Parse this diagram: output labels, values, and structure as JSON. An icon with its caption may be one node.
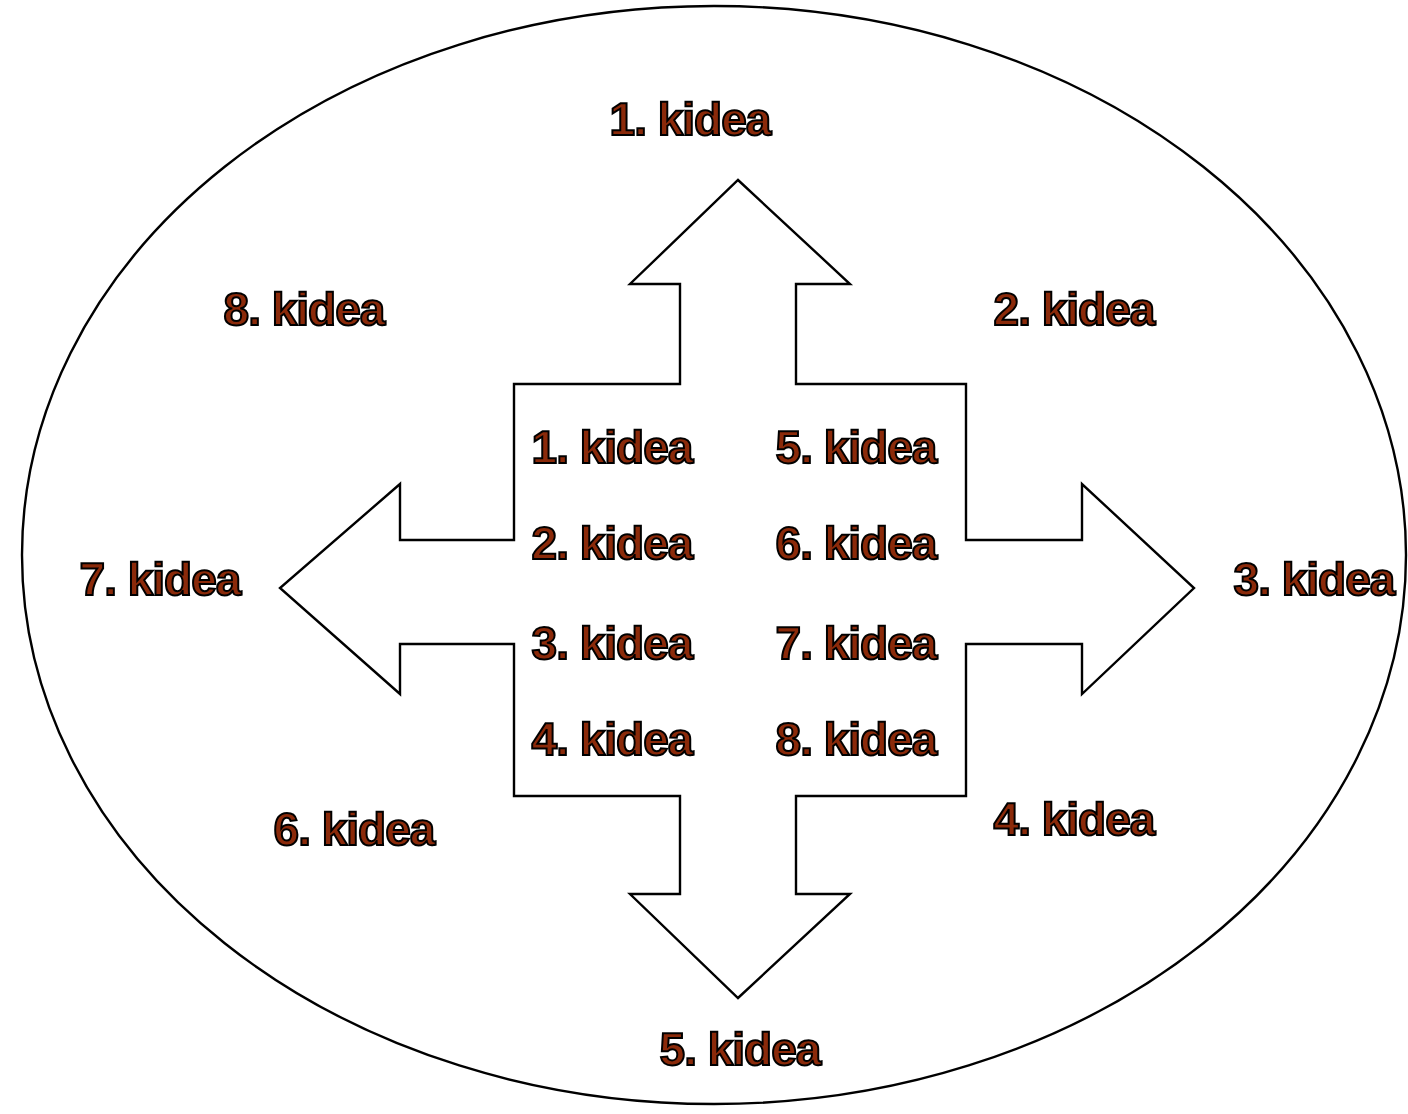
{
  "diagram": {
    "nodes": [
      {
        "text": [
          "1. kidea",
          "8. kidea",
          "2. kidea",
          "7. kidea",
          "3. kidea",
          "6. kidea",
          "4. kidea",
          "5. kidea"
        ]
      },
      {
        "text": [
          "1. kidea",
          "5. kidea",
          "2. kidea",
          "6. kidea",
          "3. kidea",
          "7. kidea",
          "4. kidea",
          "8. kidea"
        ],
        "in": 0
      }
    ]
  }
}
